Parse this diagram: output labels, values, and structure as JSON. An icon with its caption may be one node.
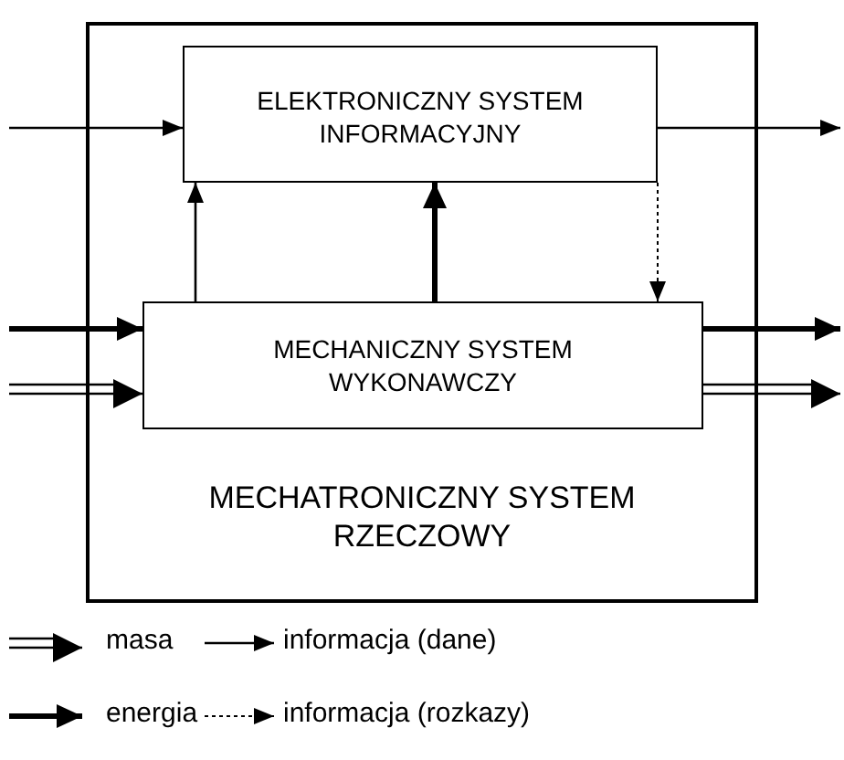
{
  "diagram": {
    "nodes": [
      {
        "text": [
          "MECHATRONICZNY SYSTEM RZECZOWY"
        ]
      },
      {
        "text": [
          "ELEKTRONICZNY SYSTEM INFORMACYJNY"
        ],
        "in": 0
      },
      {
        "text": [
          "MECHANICZNY SYSTEM WYKONAWCZY"
        ],
        "in": 0
      }
    ],
    "edges": [
      {
        "from": null,
        "to": 1,
        "arrow": "to"
      },
      {
        "from": 1,
        "to": null,
        "arrow": "to"
      },
      {
        "from": 2,
        "to": 1,
        "arrow": "to"
      },
      {
        "from": 2,
        "to": 1,
        "arrow": "to",
        "style": "thick"
      },
      {
        "from": 1,
        "to": 2,
        "arrow": "to",
        "style": "dashed"
      },
      {
        "from": null,
        "to": 2,
        "arrow": "to",
        "style": "thick"
      },
      {
        "from": null,
        "to": 2,
        "arrow": "to"
      },
      {
        "from": 2,
        "to": null,
        "arrow": "to",
        "style": "thick"
      },
      {
        "from": 2,
        "to": null,
        "arrow": "to"
      }
    ],
    "legend": [
      {
        "text": "masa"
      },
      {
        "text": "informacja (dane)"
      },
      {
        "text": "energia"
      },
      {
        "text": "informacja (rozkazy)"
      }
    ]
  }
}
